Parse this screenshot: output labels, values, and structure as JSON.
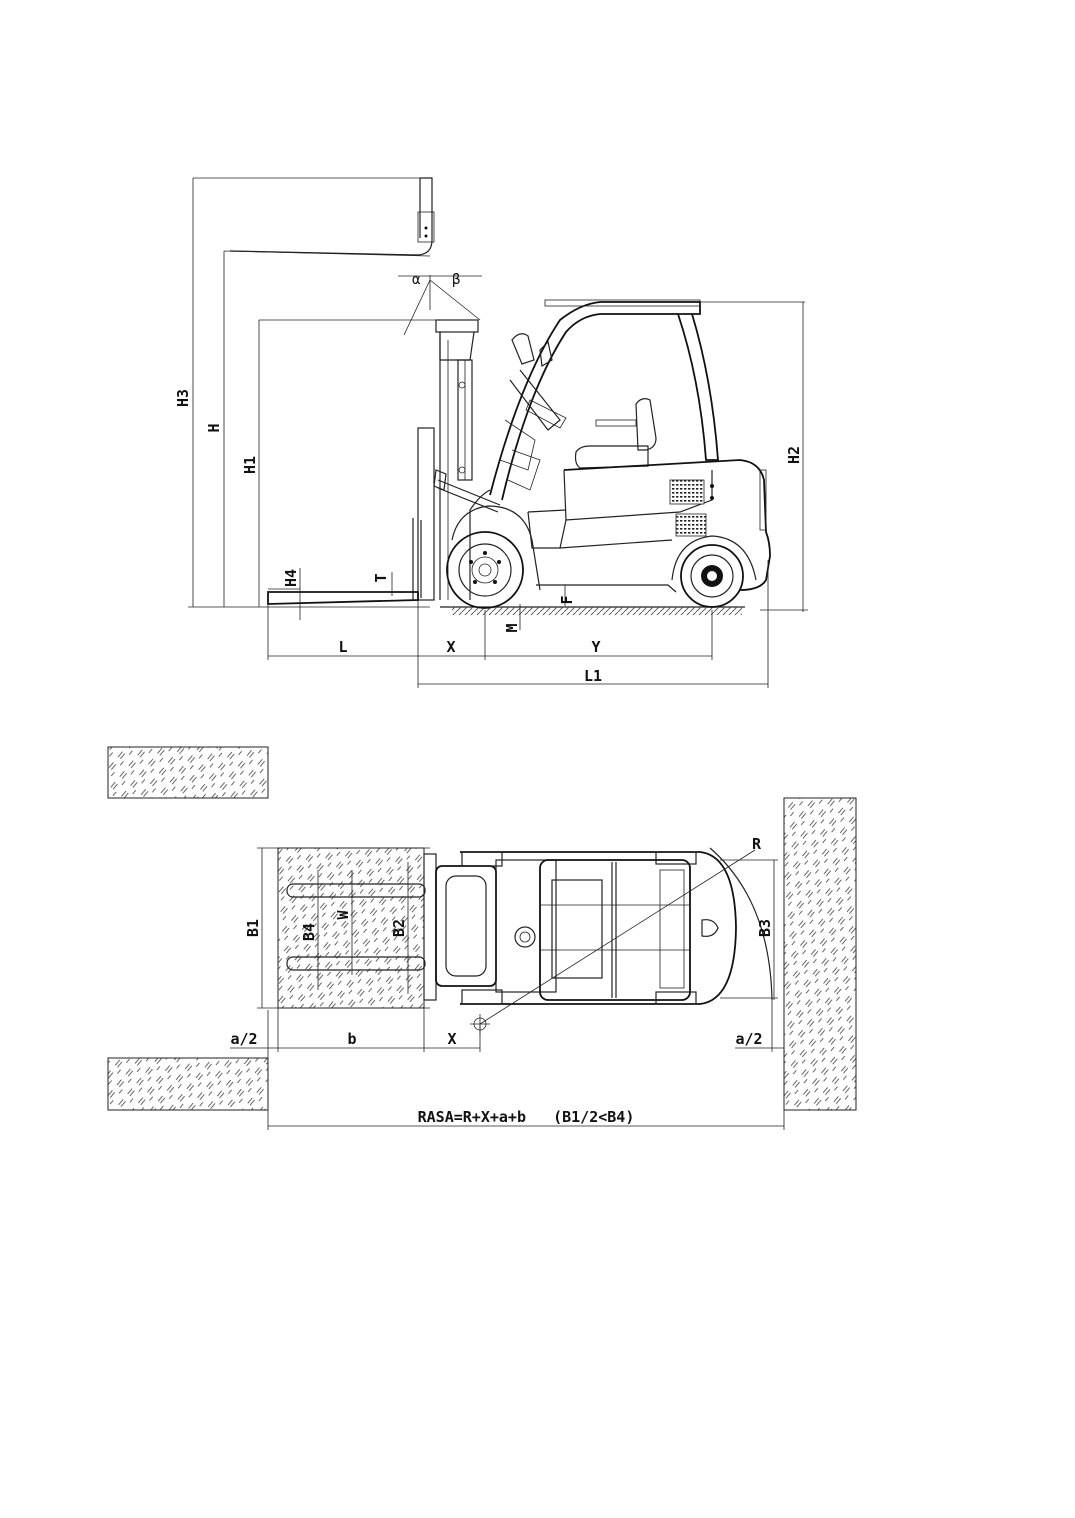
{
  "side_view": {
    "labels": {
      "alpha": "α",
      "beta": "β",
      "H3": "H3",
      "H": "H",
      "H1": "H1",
      "H2": "H2",
      "H4": "H4",
      "T": "T",
      "F": "F",
      "M": "M",
      "L": "L",
      "X": "X",
      "Y": "Y",
      "L1": "L1"
    }
  },
  "top_view": {
    "labels": {
      "R": "R",
      "B1": "B1",
      "B2": "B2",
      "B3": "B3",
      "B4": "B4",
      "W": "W",
      "a_half_left": "a/2",
      "a_half_right": "a/2",
      "b": "b",
      "X": "X"
    },
    "formula": "RASA=R+X+a+b   (B1/2<B4)"
  }
}
